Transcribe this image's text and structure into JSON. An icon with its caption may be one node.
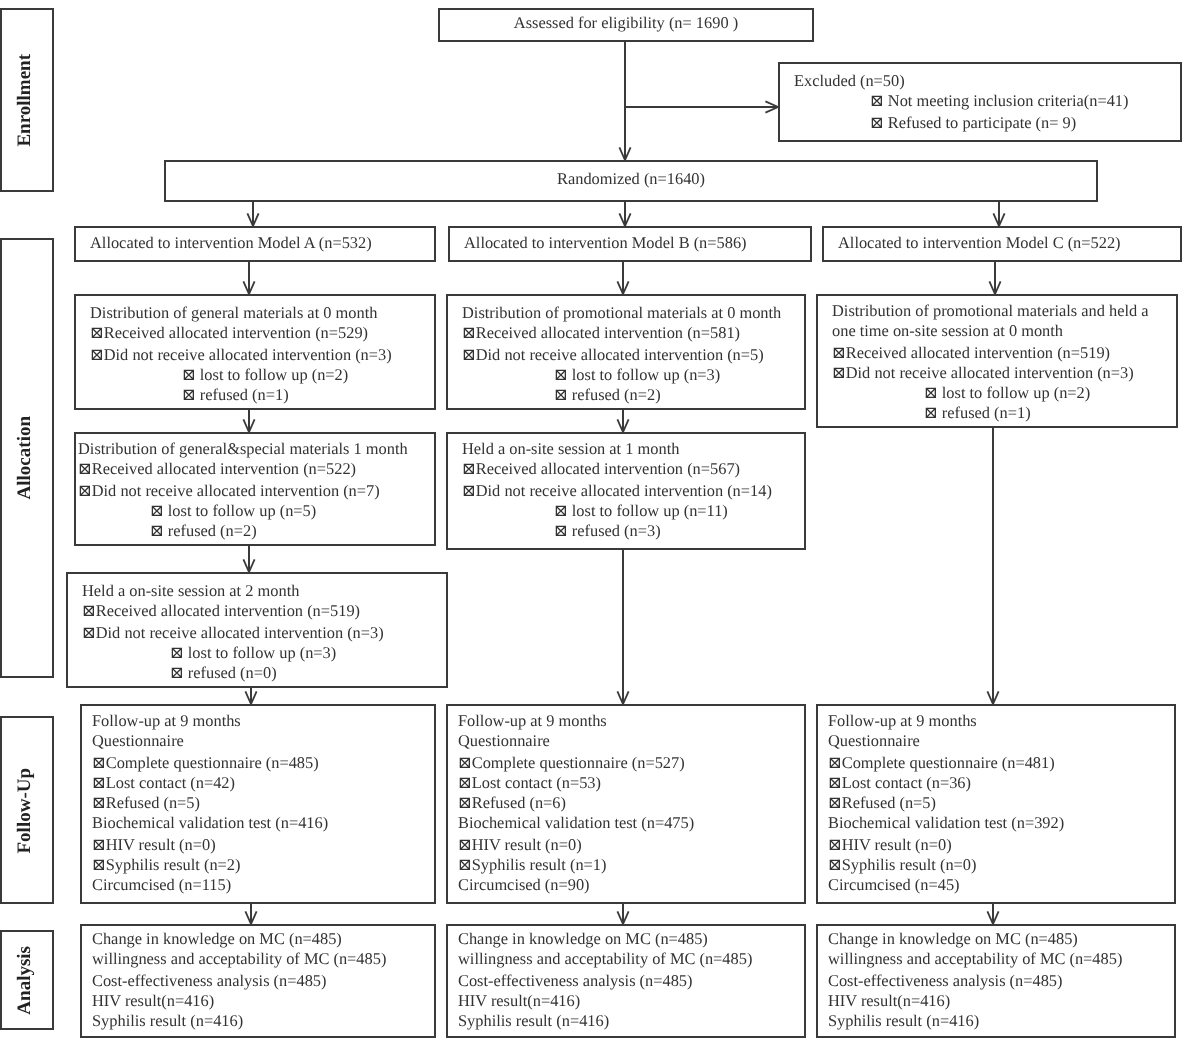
{
  "diagram": {
    "nodes": [
      {
        "text": [
          "Enrollment"
        ]
      },
      {
        "text": [
          "Assessed for eligibility (n= 1690 )"
        ]
      },
      {
        "text": [
          "Excluded (n=50)",
          "⊠ Not meeting inclusion criteria(n=41)",
          "⊠ Refused to participate (n= 9)"
        ]
      },
      {
        "text": [
          "Randomized (n=1640)"
        ]
      },
      {
        "text": [
          "Allocation"
        ]
      },
      {
        "text": [
          "Allocated to intervention Model A (n=532)"
        ]
      },
      {
        "text": [
          "Allocated to intervention Model B (n=586)"
        ]
      },
      {
        "text": [
          "Allocated to intervention Model C (n=522)"
        ]
      },
      {
        "text": [
          "Distribution of general materials at 0 month",
          "⊠Received allocated intervention (n=529)",
          "⊠Did not receive allocated intervention (n=3)",
          "⊠ lost to follow up (n=2)",
          "⊠ refused (n=1)"
        ]
      },
      {
        "text": [
          "Distribution of promotional materials at 0 month",
          "⊠Received allocated intervention (n=581)",
          "⊠Did not receive allocated intervention (n=5)",
          "⊠ lost to follow up (n=3)",
          "⊠ refused (n=2)"
        ]
      },
      {
        "text": [
          "Distribution of promotional materials and held a one time on-site session at 0 month",
          "⊠Received allocated intervention (n=519)",
          "⊠Did not receive allocated intervention (n=3)",
          "⊠ lost to follow up (n=2)",
          "⊠ refused (n=1)"
        ]
      },
      {
        "text": [
          "Distribution of general&special materials 1 month",
          "⊠Received allocated intervention (n=522)",
          "⊠Did not receive allocated intervention (n=7)",
          "⊠ lost to follow up (n=5)",
          "⊠ refused (n=2)"
        ]
      },
      {
        "text": [
          "Held a on-site session at 1 month",
          "⊠Received allocated intervention (n=567)",
          "⊠Did not receive allocated intervention (n=14)",
          "⊠ lost to follow up (n=11)",
          "⊠ refused (n=3)"
        ]
      },
      {
        "text": [
          "Held a on-site session at 2 month",
          "⊠Received allocated intervention (n=519)",
          "⊠Did not receive allocated intervention (n=3)",
          "⊠ lost to follow up (n=3)",
          "⊠ refused (n=0)"
        ]
      },
      {
        "text": [
          "Follow-Up"
        ]
      },
      {
        "text": [
          "Follow-up at 9 months",
          "Questionnaire",
          "⊠Complete questionnaire (n=485)",
          "⊠Lost contact (n=42)",
          "⊠Refused (n=5)",
          "Biochemical validation test (n=416)",
          "⊠HIV result (n=0)",
          "⊠Syphilis result (n=2)",
          "Circumcised (n=115)"
        ]
      },
      {
        "text": [
          "Follow-up at 9 months",
          "Questionnaire",
          "⊠Complete questionnaire (n=527)",
          "⊠Lost contact (n=53)",
          "⊠Refused (n=6)",
          "Biochemical validation test (n=475)",
          "⊠HIV result (n=0)",
          "⊠Syphilis result (n=1)",
          "Circumcised (n=90)"
        ]
      },
      {
        "text": [
          "Follow-up at 9 months",
          "Questionnaire",
          "⊠Complete questionnaire (n=481)",
          "⊠Lost contact (n=36)",
          "⊠Refused (n=5)",
          "Biochemical validation test (n=392)",
          "⊠HIV result (n=0)",
          "⊠Syphilis result (n=0)",
          "Circumcised (n=45)"
        ]
      },
      {
        "text": [
          "Analysis"
        ]
      },
      {
        "text": [
          "Change in knowledge on MC (n=485)",
          "willingness and acceptability of MC (n=485)",
          "Cost-effectiveness analysis (n=485)",
          "HIV result(n=416)",
          "Syphilis result (n=416)"
        ]
      },
      {
        "text": [
          "Change in knowledge on MC (n=485)",
          "willingness and acceptability of MC (n=485)",
          "Cost-effectiveness analysis (n=485)",
          "HIV result(n=416)",
          "Syphilis result (n=416)"
        ]
      },
      {
        "text": [
          "Change in knowledge on MC (n=485)",
          "willingness and acceptability of MC (n=485)",
          "Cost-effectiveness analysis (n=485)",
          "HIV result(n=416)",
          "Syphilis result (n=416)"
        ]
      }
    ],
    "edges": [
      {
        "from": 1,
        "to": 2,
        "arrow": "to"
      },
      {
        "from": 1,
        "to": 3,
        "arrow": "to"
      },
      {
        "from": 3,
        "to": 5,
        "arrow": "to"
      },
      {
        "from": 3,
        "to": 6,
        "arrow": "to"
      },
      {
        "from": 3,
        "to": 7,
        "arrow": "to"
      },
      {
        "from": 5,
        "to": 8,
        "arrow": "to"
      },
      {
        "from": 6,
        "to": 9,
        "arrow": "to"
      },
      {
        "from": 7,
        "to": 10,
        "arrow": "to"
      },
      {
        "from": 8,
        "to": 11,
        "arrow": "to"
      },
      {
        "from": 9,
        "to": 12,
        "arrow": "to"
      },
      {
        "from": 11,
        "to": 13,
        "arrow": "to"
      },
      {
        "from": 13,
        "to": 15,
        "arrow": "to"
      },
      {
        "from": 12,
        "to": 16,
        "arrow": "to"
      },
      {
        "from": 10,
        "to": 17,
        "arrow": "to"
      },
      {
        "from": 15,
        "to": 19,
        "arrow": "to"
      },
      {
        "from": 16,
        "to": 20,
        "arrow": "to"
      },
      {
        "from": 17,
        "to": 21,
        "arrow": "to"
      }
    ]
  }
}
